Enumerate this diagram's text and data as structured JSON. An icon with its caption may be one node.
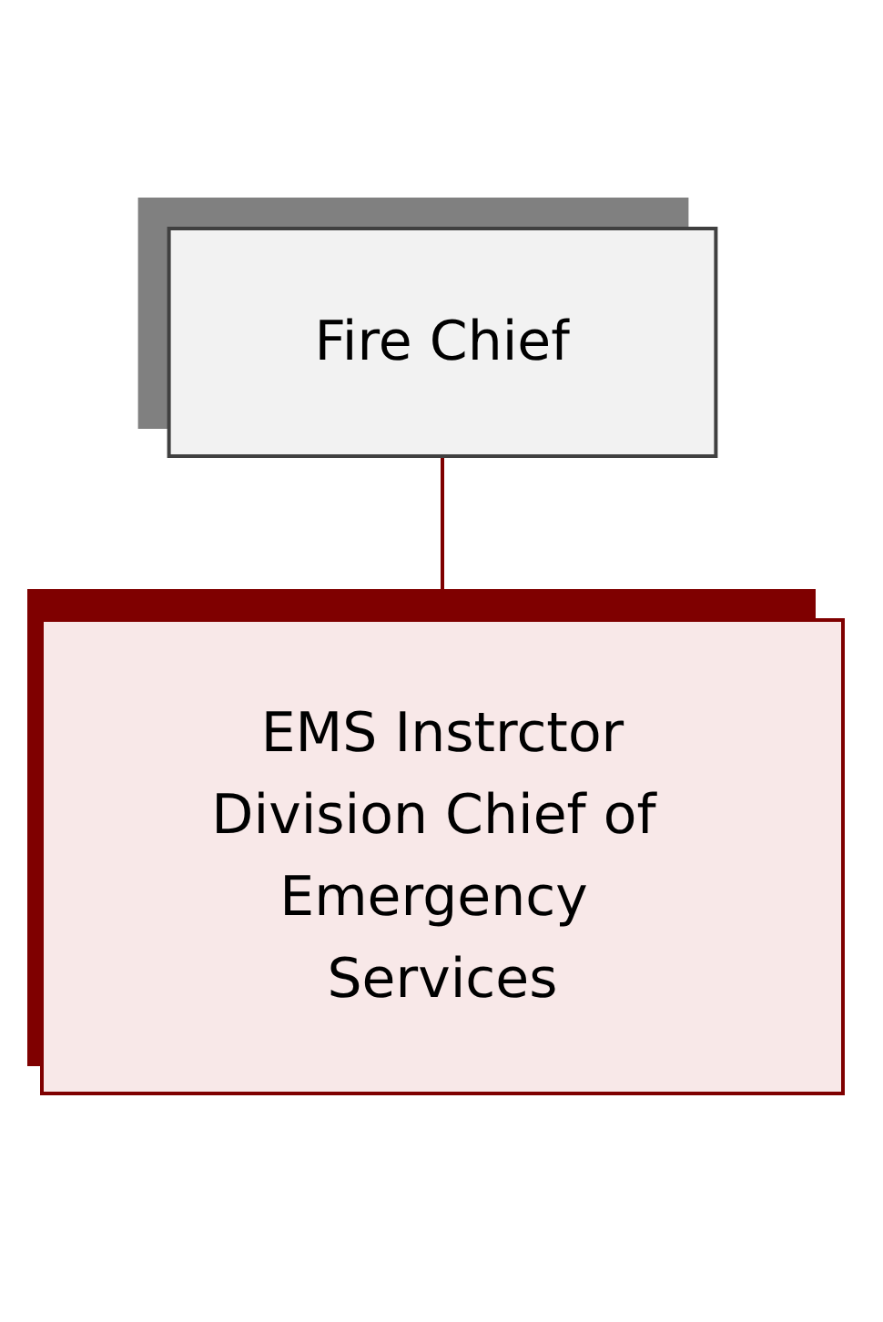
{
  "diagram": {
    "nodes": [
      {
        "text": [
          "Fire Chief"
        ]
      },
      {
        "text": [
          "EMS Instrctor",
          "Division Chief of Emergency Services"
        ]
      }
    ],
    "edges": [
      {
        "from": 0,
        "to": 1,
        "arrow": "none"
      }
    ]
  }
}
